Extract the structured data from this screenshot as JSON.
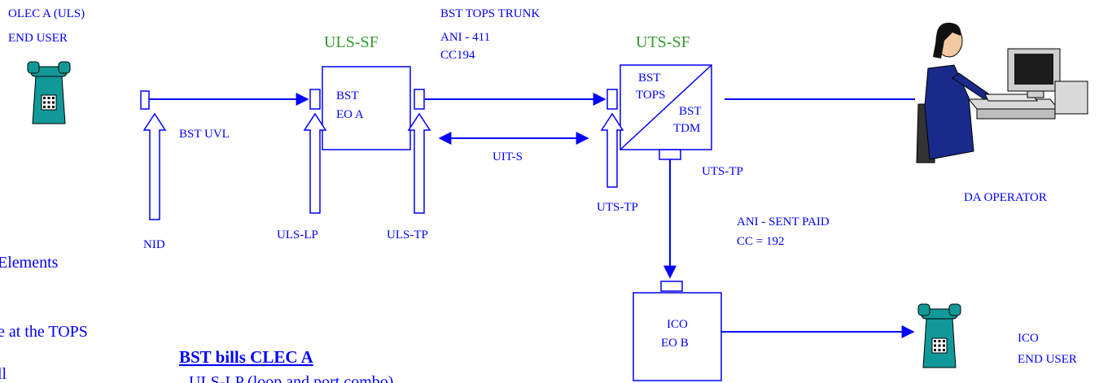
{
  "labels": {
    "olec_line1": "OLEC A (ULS)",
    "olec_line2": "END USER",
    "uls_sf": "ULS-SF",
    "uts_sf": "UTS-SF",
    "trunk_line1": "BST  TOPS TRUNK",
    "trunk_line2": "ANI -  411",
    "trunk_line3": "CC194",
    "eo_a_line1": "BST",
    "eo_a_line2": "EO A",
    "tops_line1": "BST",
    "tops_line2": "TOPS",
    "tdm_line1": "BST",
    "tdm_line2": "TDM",
    "bst_uvl": "BST UVL",
    "uit_s": "UIT-S",
    "uts_tp_right": "UTS-TP",
    "uts_tp_left": "UTS-TP",
    "da_operator": "DA OPERATOR",
    "nid": "NID",
    "uls_lp": "ULS-LP",
    "uls_tp": "ULS-TP",
    "ani_sent_paid": "ANI - SENT PAID",
    "cc_192": "CC = 192",
    "elements_partial": "Elements",
    "tops_partial": "e at the TOPS",
    "ll_partial": "ll",
    "bst_bills": "BST bills CLEC A",
    "uls_lp_partial": "ULS-LP (loop and port combo)",
    "ico_line1": "ICO",
    "ico_line2": "EO B",
    "ico_user_line1": "ICO",
    "ico_user_line2": "END USER"
  },
  "colors": {
    "line": "#0000ff",
    "title": "#339933",
    "phone": "#119999",
    "operator": "#1a2a8a"
  },
  "icons": [
    "telephone-icon",
    "telephone-icon",
    "da-operator-icon"
  ]
}
